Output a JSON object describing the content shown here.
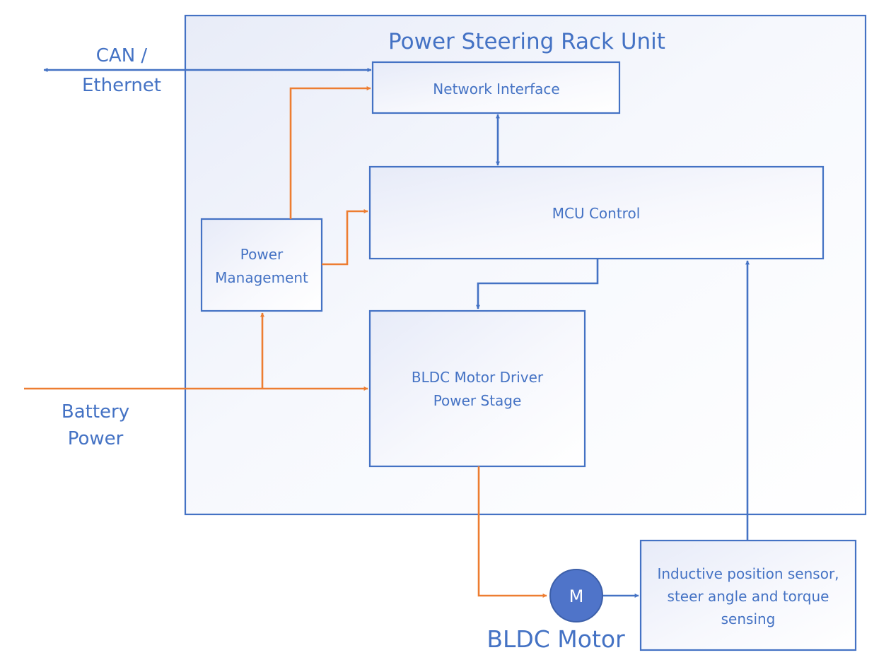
{
  "diagram": {
    "title": "Power Steering Rack Unit",
    "can_label": [
      "CAN /",
      "Ethernet"
    ],
    "battery_label": [
      "Battery",
      "Power"
    ],
    "network_interface": "Network Interface",
    "mcu_control": "MCU Control",
    "power_management": [
      "Power",
      "Management"
    ],
    "motor_driver": [
      "BLDC Motor Driver",
      "Power Stage"
    ],
    "motor_symbol": "M",
    "motor_label": "BLDC Motor",
    "sensor": [
      "Inductive position sensor,",
      "steer angle and torque",
      "sensing"
    ]
  },
  "colors": {
    "signal": "#4472C4",
    "power": "#ED7D31",
    "motor_fill": "#4F74C9"
  }
}
